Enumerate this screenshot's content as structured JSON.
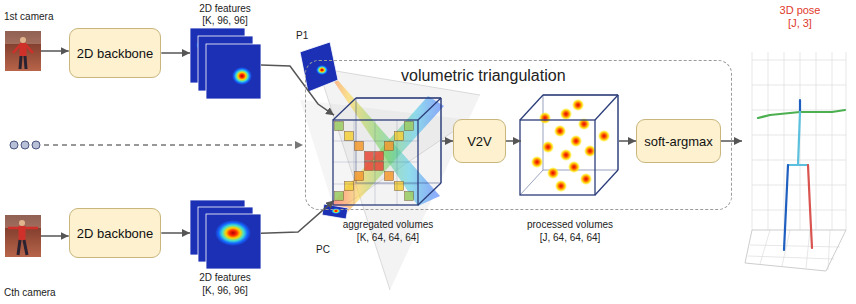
{
  "diagram": {
    "nodes": [
      {
        "text": [
          "1st camera"
        ]
      },
      {
        "text": [
          "2D backbone"
        ]
      },
      {
        "text": [
          "2D features",
          "[K, 96, 96]"
        ]
      },
      {
        "text": [
          "volumetric triangulation"
        ]
      },
      {
        "text": [
          "aggregated volumes",
          "[K, 64, 64, 64]"
        ],
        "in": 3
      },
      {
        "text": [
          "V2V"
        ],
        "in": 3
      },
      {
        "text": [
          "processed volumes",
          "[J, 64, 64, 64]"
        ],
        "in": 3
      },
      {
        "text": [
          "soft-argmax"
        ],
        "in": 3
      },
      {
        "text": [
          "3D pose",
          "[J, 3]"
        ]
      },
      {
        "text": [
          "Cth camera"
        ]
      },
      {
        "text": [
          "2D backbone"
        ]
      },
      {
        "text": [
          "2D features",
          "[K, 96, 96]"
        ]
      }
    ],
    "edges": [
      {
        "from": 0,
        "to": 1,
        "arrow": "to"
      },
      {
        "from": 1,
        "to": 2,
        "arrow": "to"
      },
      {
        "from": 2,
        "to": 4,
        "arrow": "to"
      },
      {
        "from": 4,
        "to": 5,
        "arrow": "to"
      },
      {
        "from": 5,
        "to": 6,
        "arrow": "to"
      },
      {
        "from": 6,
        "to": 7,
        "arrow": "to"
      },
      {
        "from": 7,
        "to": 8,
        "arrow": "to"
      },
      {
        "from": 9,
        "to": 10,
        "arrow": "to"
      },
      {
        "from": 10,
        "to": 11,
        "arrow": "to"
      },
      {
        "from": 11,
        "to": 4,
        "arrow": "to"
      }
    ],
    "labels": [
      "P1",
      "PC"
    ]
  }
}
